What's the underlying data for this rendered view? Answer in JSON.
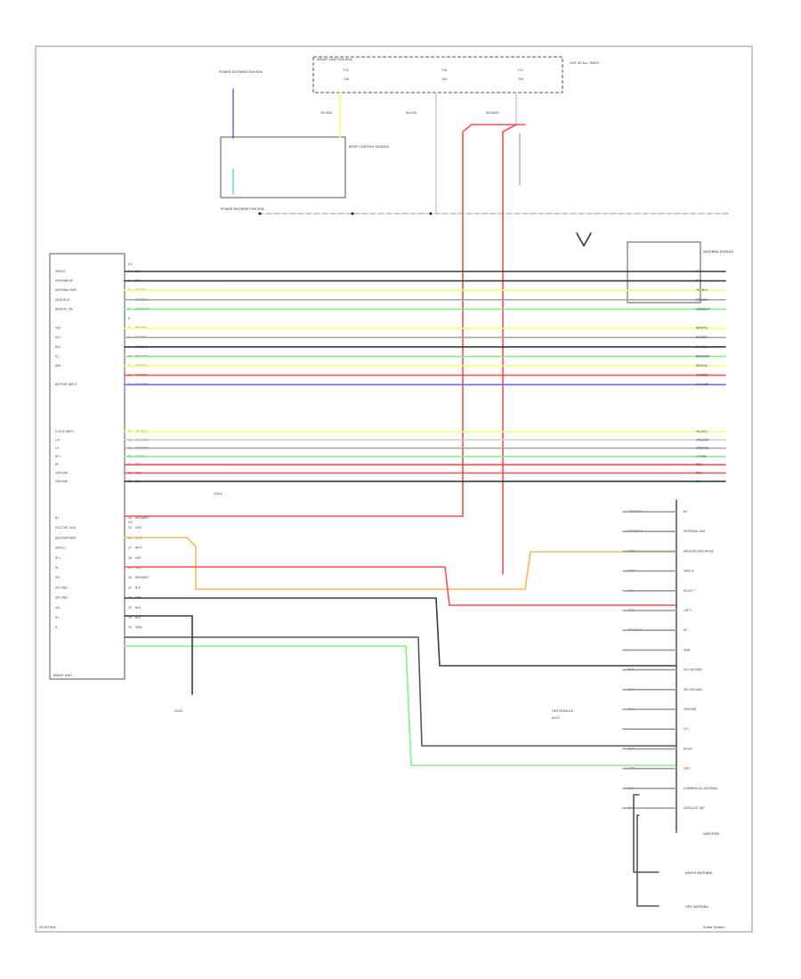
{
  "colors": {
    "black": "#3a3a3a",
    "gray": "#a8a8a8",
    "red": "#ff4d4d",
    "yellow": "#ffff66",
    "green": "#88ee88",
    "blue": "#6f6fff",
    "orange": "#ffb84d",
    "light_gray": "#d0d0d0"
  },
  "footer": {
    "left": "2016 Ford",
    "right": "Audio System"
  },
  "components": {
    "radio_unit": "RADIO UNIT",
    "fuse_box_power": "SMART JUNCTION BOX",
    "fuse_box_ground": "POWER DISTRIBUTION BOX",
    "fuse_box_right": "POWER DISTRIBUTION BOX",
    "fuse_note": "HOT AT ALL TIMES",
    "relay_module": "BODY CONTROL MODULE",
    "antenna_module": "ANTENNA MODULE",
    "ground_note_1": "G101",
    "ground_note_2": "G201",
    "gps_module": "GPS MODULE",
    "gps_note": "NOTE",
    "amplifier": "AMPLIFIER",
    "connector_a": "C1",
    "connector_b": "C2",
    "antenna_a": "AM/FM ANTENNA",
    "antenna_b": "GPS ANTENNA"
  },
  "fuses": [
    {
      "name": "F22",
      "rating": "15A"
    },
    {
      "name": "F36",
      "rating": "10A"
    },
    {
      "name": "F11",
      "rating": "20A"
    }
  ],
  "top_wires": [
    {
      "label": "YEL/RED"
    },
    {
      "label": "BLK/YEL"
    },
    {
      "label": "RED/WHT"
    }
  ],
  "radio_pins": [
    {
      "name": "SHIELD",
      "pin": "1",
      "color": "BLK",
      "wire": "black"
    },
    {
      "name": "ANTENNA IN",
      "pin": "2",
      "color": "BLK",
      "wire": "black"
    },
    {
      "name": "ANTENNA PWR",
      "pin": "3",
      "color": "YEL/BLU",
      "wire": "yellow"
    },
    {
      "name": "DATA BUS",
      "pin": "4",
      "color": "GRY/BLK",
      "wire": "gray"
    },
    {
      "name": "REMOTE ON",
      "pin": "5",
      "color": "GRN/WHT",
      "wire": "green"
    },
    {
      "name": "",
      "pin": "6",
      "color": "",
      "wire": ""
    },
    {
      "name": "IGN",
      "pin": "7",
      "color": "BRN/YEL",
      "wire": "yellow"
    },
    {
      "name": "ACC",
      "pin": "8",
      "color": "BLU/YEL",
      "wire": "gray"
    },
    {
      "name": "BAT",
      "pin": "9",
      "color": "GRN/BLK",
      "wire": "black"
    },
    {
      "name": "ILL",
      "pin": "10",
      "color": "BRN/GRN",
      "wire": "green"
    },
    {
      "name": "DIM",
      "pin": "11",
      "color": "BRN/YEL",
      "wire": "yellow"
    },
    {
      "name": "",
      "pin": "12",
      "color": "VIO/RED",
      "wire": "red"
    },
    {
      "name": "BATTERY INPUT",
      "pin": "13",
      "color": "BLU/GRN",
      "wire": "blue"
    }
  ],
  "radio_pins_2": [
    {
      "name": "CLOCK INPUT",
      "pin": "17",
      "color": "YEL/BLU",
      "wire": "yellow"
    },
    {
      "name": "LF+",
      "pin": "18",
      "color": "ORG/GRY",
      "wire": "light_gray"
    },
    {
      "name": "LF-",
      "pin": "19",
      "color": "GRY/ORG",
      "wire": "gray"
    },
    {
      "name": "RF+",
      "pin": "20",
      "color": "LT GRN",
      "wire": "green"
    },
    {
      "name": "RF-",
      "pin": "21",
      "color": "RED",
      "wire": "red"
    },
    {
      "name": "GROUND",
      "pin": "22",
      "color": "RED",
      "wire": "red"
    },
    {
      "name": "GROUND",
      "pin": "23",
      "color": "BLK",
      "wire": "black"
    }
  ],
  "radio_pins_3": [
    {
      "name": "B+",
      "pin": "24",
      "color": "RED/WHT"
    },
    {
      "name": "ELECTRIC AUX",
      "pin": "25",
      "color": "ORG"
    },
    {
      "name": "BACKGROUND",
      "pin": "26",
      "color": "ORG"
    },
    {
      "name": "SHIELD",
      "pin": "27",
      "color": "WHT"
    },
    {
      "name": "RL+",
      "pin": "28",
      "color": "GRY"
    },
    {
      "name": "RL-",
      "pin": "29",
      "color": "RED"
    },
    {
      "name": "SIG",
      "pin": "30",
      "color": "RED/WHT"
    },
    {
      "name": "SIG GND",
      "pin": "31",
      "color": "BLK"
    },
    {
      "name": "SIG GND",
      "pin": "32",
      "color": "GRY"
    },
    {
      "name": "SIG",
      "pin": "33",
      "color": "BLK"
    },
    {
      "name": "R+",
      "pin": "34",
      "color": "BLK"
    },
    {
      "name": "R-",
      "pin": "35",
      "color": "GRN"
    }
  ],
  "amp_pins": [
    {
      "name": "B+",
      "color": "RED/WHT"
    },
    {
      "name": "EXTERNAL AUX",
      "color": "RED/WHT"
    },
    {
      "name": "BACKGROUND NOISE",
      "color": "ORG"
    },
    {
      "name": "SHIELD",
      "color": "WHT"
    },
    {
      "name": "RIGHT+",
      "color": "GRY"
    },
    {
      "name": "LEFT+",
      "color": "RED"
    },
    {
      "name": "B+",
      "color": "RED/WHT"
    },
    {
      "name": "GND",
      "color": ""
    },
    {
      "name": "SIG GROUND",
      "color": "BLK"
    },
    {
      "name": "SIG GROUND",
      "color": "GRY"
    },
    {
      "name": "GROUND",
      "color": "BLK"
    },
    {
      "name": "LF+",
      "color": ""
    },
    {
      "name": "RIGHT",
      "color": "BLK"
    },
    {
      "name": "LEFT",
      "color": "GRN"
    },
    {
      "name": "COMMERCIAL ANTENNA",
      "color": "BLK"
    },
    {
      "name": "SATELLITE ANT",
      "color": "BLK"
    }
  ]
}
